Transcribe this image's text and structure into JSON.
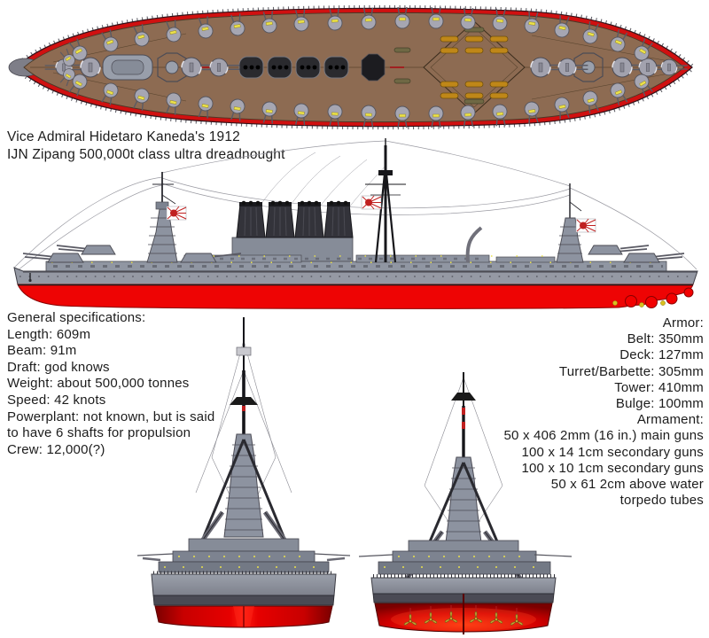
{
  "title": {
    "line1": "Vice Admiral Hidetaro Kaneda's 1912",
    "line2": "IJN Zipang 500,000t class ultra dreadnought"
  },
  "general_specs": {
    "heading": "General specifications:",
    "items": [
      "Length: 609m",
      "Beam: 91m",
      "Draft: god knows",
      "Weight: about 500,000 tonnes",
      "Speed: 42 knots",
      "Powerplant: not known, but is said",
      "to have 6 shafts for propulsion",
      "Crew: 12,000(?)"
    ]
  },
  "armor_specs": {
    "heading": "Armor:",
    "items": [
      "Belt: 350mm",
      "Deck: 127mm",
      "Turret/Barbette: 305mm",
      "Tower: 410mm",
      "Bulge: 100mm"
    ]
  },
  "armament_specs": {
    "heading": "Armament:",
    "items": [
      "50 x 406 2mm (16 in.) main guns",
      "100 x 14 1cm secondary guns",
      "100 x 10 1cm secondary guns",
      "50 x 61 2cm above water",
      "torpedo tubes"
    ]
  },
  "colors": {
    "deck_brown": "#8d6b52",
    "deck_line": "#4a3826",
    "hull_red": "#ee0404",
    "hull_red_dark": "#8a0000",
    "hull_gray": "#9599a4",
    "superstructure_gray": "#8d93a0",
    "funnel_dark": "#33333a",
    "boat_orange": "#bf8718",
    "boat_olive": "#6f6844",
    "flag_sun_red": "#c02020",
    "propeller_gold": "#c8a832",
    "detail_yellow": "#ece24a",
    "text_color": "#1c1c1c",
    "background": "#ffffff"
  }
}
